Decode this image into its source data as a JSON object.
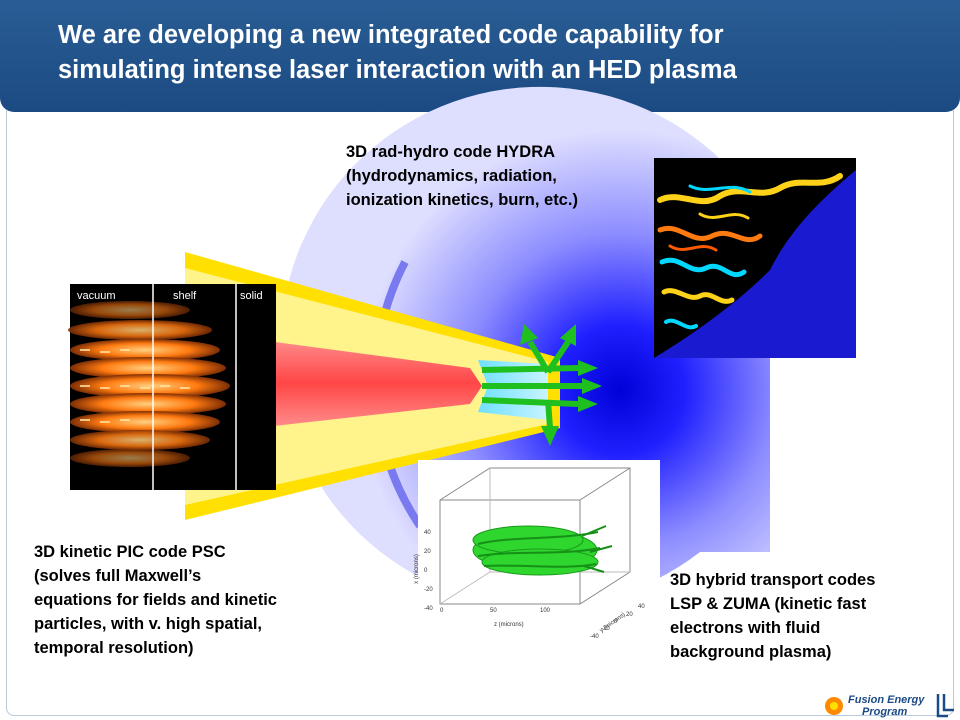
{
  "slide": {
    "title_line1": "We are developing a new integrated code capability for",
    "title_line2": "simulating intense laser interaction with an HED plasma"
  },
  "captions": {
    "hydra": [
      "3D rad-hydro code HYDRA",
      "(hydrodynamics, radiation,",
      "ionization kinetics, burn, etc.)"
    ],
    "psc": [
      "3D kinetic PIC code PSC",
      "(solves full Maxwell’s",
      "equations for fields and kinetic",
      "particles, with v. high spatial,",
      "temporal resolution)"
    ],
    "hybrid": [
      "3D hybrid transport codes",
      "LSP & ZUMA (kinetic fast",
      "electrons with fluid",
      "background plasma)"
    ]
  },
  "pic_panel": {
    "labels": [
      "vacuum",
      "shelf",
      "solid"
    ]
  },
  "plot3d": {
    "z_label": "z (microns)",
    "y_label": "y (microns)",
    "x_label": "x (microns)",
    "z_ticks": [
      "0",
      "50",
      "100"
    ],
    "y_ticks": [
      "-40",
      "-20",
      "0",
      "20",
      "40"
    ],
    "x_ticks": [
      "40",
      "20",
      "0",
      "-20",
      "-40"
    ]
  },
  "logo": {
    "line1": "Fusion Energy",
    "line2": "Program"
  },
  "colors": {
    "title_bg": "#1c4a82",
    "beam_yellow": "#ffe000",
    "beam_red": "#ff5a5a",
    "arrow_green": "#1fbf1f",
    "plasma_blue": "#1818ff"
  }
}
